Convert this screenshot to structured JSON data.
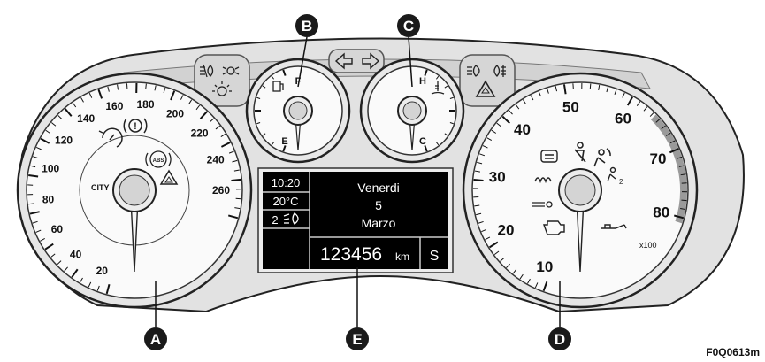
{
  "figure_code": "F0Q0613m",
  "callouts": [
    "A",
    "B",
    "C",
    "D",
    "E"
  ],
  "speedometer": {
    "scale": [
      "20",
      "40",
      "60",
      "80",
      "100",
      "120",
      "140",
      "160",
      "180",
      "200",
      "220",
      "240",
      "260"
    ],
    "mode_label": "CITY",
    "abs_label": "ABS"
  },
  "fuel_gauge": {
    "full": "F",
    "empty": "E"
  },
  "temp_gauge": {
    "hot": "H",
    "cold": "C"
  },
  "tachometer": {
    "scale": [
      "10",
      "20",
      "30",
      "40",
      "50",
      "60",
      "70",
      "80"
    ],
    "unit": "x100",
    "airbag_sub": "2"
  },
  "display": {
    "time": "10:20",
    "temperature": "20°C",
    "headlight_level": "2",
    "day": "Venerdi",
    "date": "5",
    "month": "Marzo",
    "odometer": "123456",
    "odometer_unit": "km",
    "mode": "S"
  },
  "colors": {
    "callout": "#1a1a1a",
    "redline": "#9a9a9a"
  }
}
